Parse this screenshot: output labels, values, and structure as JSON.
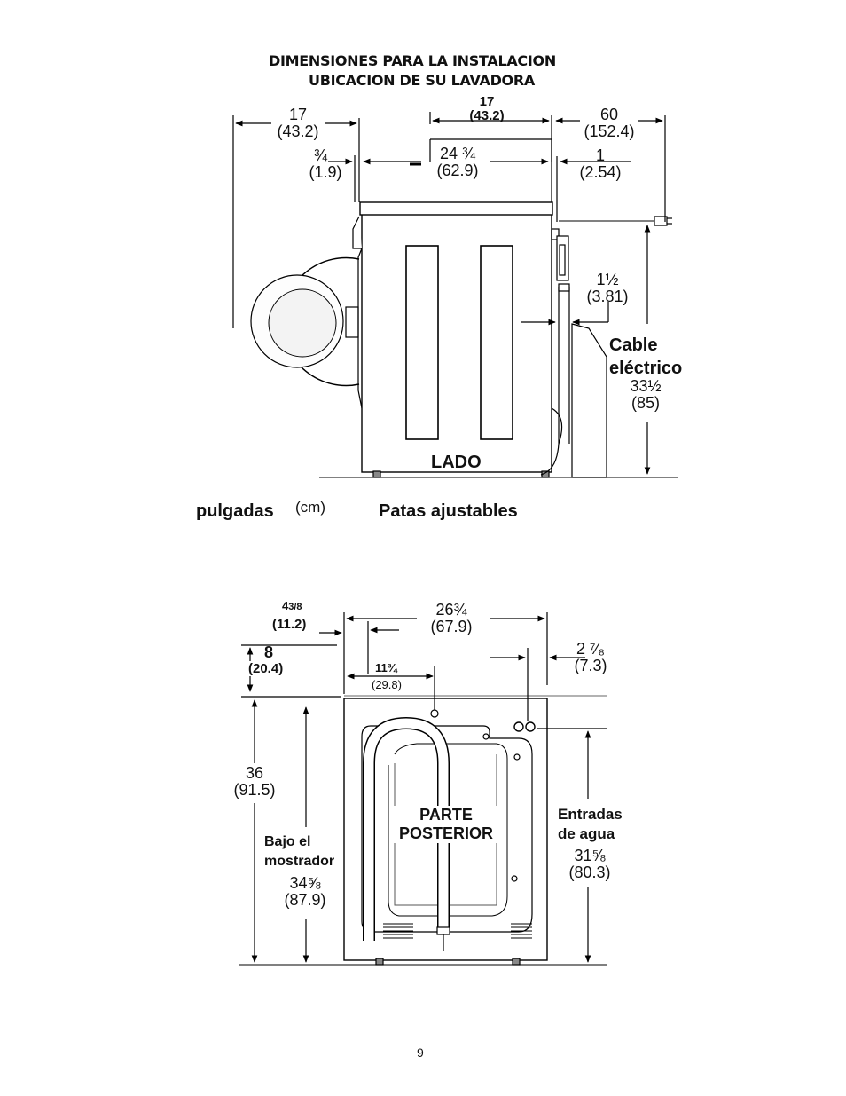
{
  "header": {
    "title_line1": "DIMENSIONES PARA LA INSTALACION",
    "title_line2": "UBICACION DE SU LAVADORA"
  },
  "side_view": {
    "label": "LADO",
    "door_depth": {
      "in": "17",
      "cm": "(43.2)"
    },
    "top_depth": {
      "in": "17",
      "cm": "(43.2)"
    },
    "body_depth": {
      "in": "24 ¾",
      "cm": "(62.9)"
    },
    "front_gap": {
      "in": "¾",
      "cm": "(1.9)"
    },
    "cord_length": {
      "in": "60",
      "cm": "(152.4)"
    },
    "rear_gap": {
      "in": "1",
      "cm": "(2.54)"
    },
    "hose_gap": {
      "in": "1½",
      "cm": "(3.81)"
    },
    "cable": {
      "line1": "Cable",
      "line2": "eléctrico",
      "in": "33½",
      "cm": "(85)"
    },
    "units_label": "pulgadas",
    "units_cm": "(cm)",
    "feet_label": "Patas ajustables"
  },
  "rear_view": {
    "label_line1": "PARTE",
    "label_line2": "POSTERIOR",
    "width": {
      "in": "26¾",
      "cm": "(67.9)"
    },
    "left_offset": {
      "in": "4",
      "frac": "3/8",
      "cm": "(11.2)"
    },
    "lid_clearance": {
      "in": "8",
      "cm": "(20.4)"
    },
    "drain_offset": {
      "in": "11¾",
      "cm": "(29.8)"
    },
    "inlet_offset": {
      "in": "2 ⁷⁄₈",
      "cm": "(7.3)"
    },
    "height": {
      "in": "36",
      "cm": "(91.5)"
    },
    "counter": {
      "line1": "Bajo el",
      "line2": "mostrador",
      "in": "34⅝",
      "cm": "(87.9)"
    },
    "inlets": {
      "line1": "Entradas",
      "line2": "de agua",
      "in": "31⅝",
      "cm": "(80.3)"
    }
  },
  "footer": {
    "page_number": "9"
  }
}
